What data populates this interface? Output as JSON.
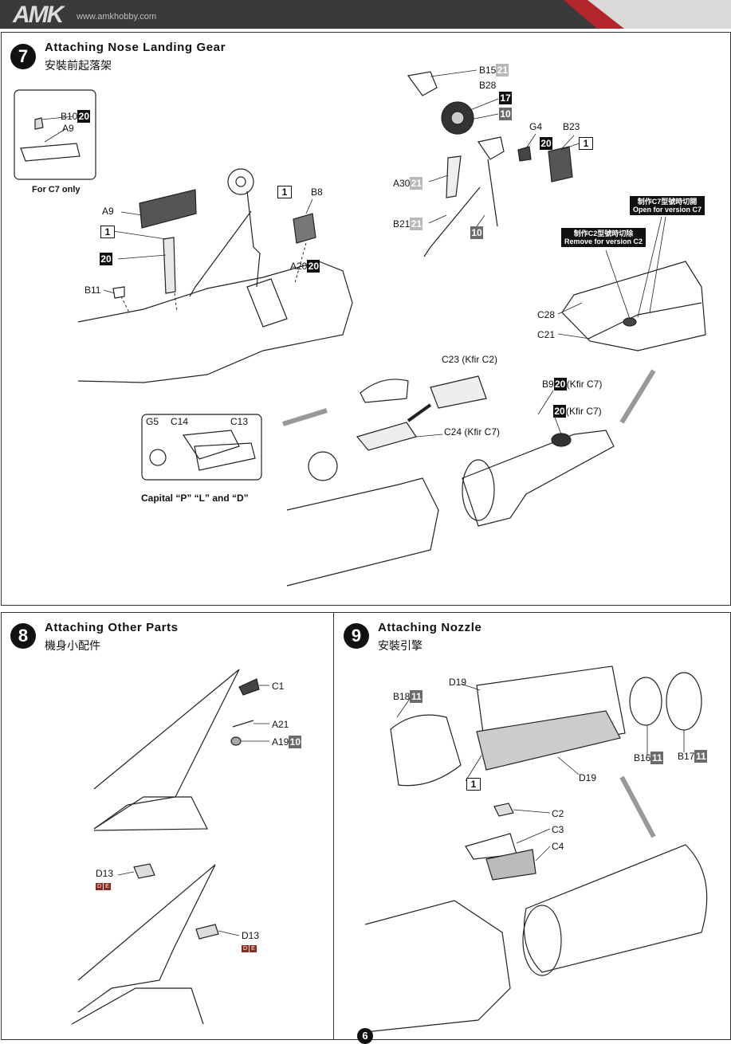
{
  "header": {
    "logo": "AMK",
    "url": "www.amkhobby.com"
  },
  "step7": {
    "number": "7",
    "title": "Attaching Nose Landing Gear",
    "title_cn": "安裝前起落架",
    "inset_c7": {
      "b10": "B10",
      "b10_color": "20",
      "a9": "A9",
      "caption": "For C7 only"
    },
    "a9": "A9",
    "qty1": "1",
    "color20": "20",
    "b11": "B11",
    "b8": "B8",
    "b8_qty": "1",
    "a20": "A20",
    "a20_color": "20",
    "b15": "B15",
    "b15_color": "21",
    "b28": "B28",
    "b28_color1": "17",
    "b28_color2": "10",
    "g4": "G4",
    "g4_color": "20",
    "b23": "B23",
    "b23_qty": "1",
    "a30": "A30",
    "a30_color": "21",
    "b21": "B21",
    "b21_color": "21",
    "strut_color": "10",
    "note_c7_cn": "制作C7型號時切開",
    "note_c7_en": "Open for version C7",
    "note_c2_cn": "制作C2型號時切除",
    "note_c2_en": "Remove for version C2",
    "c28": "C28",
    "c21": "C21",
    "c23": "C23 (Kfir C2)",
    "c24": "C24 (Kfir C7)",
    "b9": "B9",
    "b9_color": "20",
    "b9_suffix": "(Kfir C7)",
    "paint20": "20",
    "paint20_suffix": "(Kfir C7)",
    "inset_box": {
      "g5": "G5",
      "c14": "C14",
      "c13": "C13"
    },
    "capital_caption": "Capital “P” “L” and “D”"
  },
  "step8": {
    "number": "8",
    "title": "Attaching Other Parts",
    "title_cn": "機身小配件",
    "c1": "C1",
    "a21": "A21",
    "a19": "A19",
    "a19_color": "10",
    "d13": "D13",
    "decal_d": "D",
    "decal_e": "E"
  },
  "step9": {
    "number": "9",
    "title": "Attaching Nozzle",
    "title_cn": "安裝引擎",
    "b18": "B18",
    "b18_color": "11",
    "d19_top": "D19",
    "d19_bottom": "D19",
    "qty1": "1",
    "b16": "B16",
    "b16_color": "11",
    "b17": "B17",
    "b17_color": "11",
    "c2": "C2",
    "c3": "C3",
    "c4": "C4"
  },
  "page_number": "6"
}
